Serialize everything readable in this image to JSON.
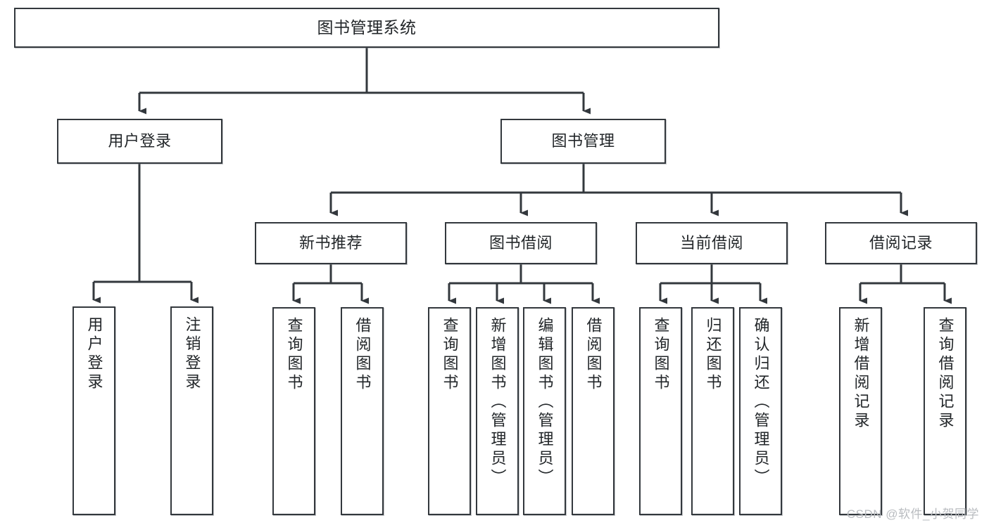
{
  "diagram": {
    "title": "图书管理系统",
    "type": "tree",
    "watermark": "CSDN @软件_小贺同学",
    "line_color": "#33383d",
    "box_border_color": "#33383d",
    "box_fill_color": "#ffffff",
    "text_color": "#222629",
    "watermark_color": "#b9bcc0",
    "levels": [
      {
        "level": 0,
        "nodes": [
          {
            "id": "root",
            "label": "图书管理系统"
          }
        ]
      },
      {
        "level": 1,
        "nodes": [
          {
            "id": "user-login",
            "label": "用户登录",
            "parent": "root"
          },
          {
            "id": "book-manage",
            "label": "图书管理",
            "parent": "root"
          }
        ]
      },
      {
        "level": 2,
        "nodes": [
          {
            "id": "new-book-rec",
            "label": "新书推荐",
            "parent": "book-manage"
          },
          {
            "id": "book-borrow",
            "label": "图书借阅",
            "parent": "book-manage"
          },
          {
            "id": "current-borrow",
            "label": "当前借阅",
            "parent": "book-manage"
          },
          {
            "id": "borrow-record",
            "label": "借阅记录",
            "parent": "book-manage"
          }
        ]
      },
      {
        "level": 3,
        "nodes": [
          {
            "id": "leaf-user-login",
            "label": "用户登录",
            "parent": "user-login"
          },
          {
            "id": "leaf-user-logout",
            "label": "注销登录",
            "parent": "user-login"
          },
          {
            "id": "leaf-query-book-1",
            "label": "查询图书",
            "parent": "new-book-rec"
          },
          {
            "id": "leaf-borrow-book-1",
            "label": "借阅图书",
            "parent": "new-book-rec"
          },
          {
            "id": "leaf-query-book-2",
            "label": "查询图书",
            "parent": "book-borrow"
          },
          {
            "id": "leaf-add-book",
            "label": "新增图书（管理员）",
            "parent": "book-borrow"
          },
          {
            "id": "leaf-edit-book",
            "label": "编辑图书（管理员）",
            "parent": "book-borrow"
          },
          {
            "id": "leaf-borrow-book-2",
            "label": "借阅图书",
            "parent": "book-borrow"
          },
          {
            "id": "leaf-query-book-3",
            "label": "查询图书",
            "parent": "current-borrow"
          },
          {
            "id": "leaf-return-book",
            "label": "归还图书",
            "parent": "current-borrow"
          },
          {
            "id": "leaf-confirm-return",
            "label": "确认归还（管理员）",
            "parent": "current-borrow"
          },
          {
            "id": "leaf-add-record",
            "label": "新增借阅记录",
            "parent": "borrow-record"
          },
          {
            "id": "leaf-query-record",
            "label": "查询借阅记录",
            "parent": "borrow-record"
          }
        ]
      }
    ]
  }
}
